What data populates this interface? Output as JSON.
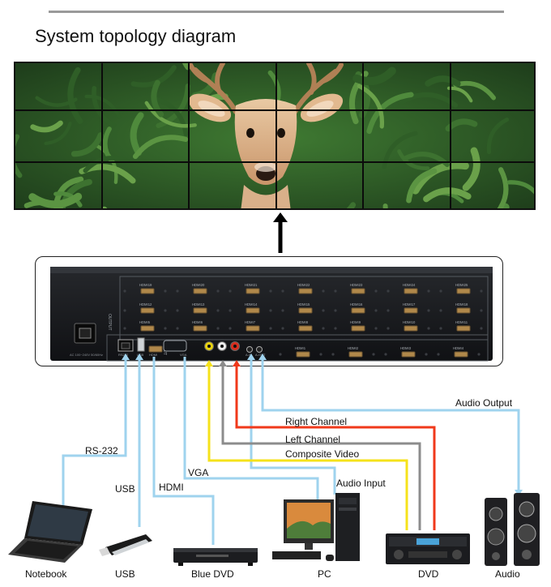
{
  "title": "System topology diagram",
  "video_wall": {
    "image": "deer-among-ferns",
    "grid_rows": 3,
    "grid_cols": 6
  },
  "matrix": {
    "hdmi_outputs_row1": [
      "HDMI19",
      "HDMI20",
      "HDMI21",
      "HDMI22",
      "HDMI23",
      "HDMI24",
      "HDMI25"
    ],
    "hdmi_outputs_row2": [
      "HDMI12",
      "HDMI13",
      "HDMI14",
      "HDMI15",
      "HDMI16",
      "HDMI17",
      "HDMI18"
    ],
    "hdmi_outputs_row3": [
      "HDMI5",
      "HDMI6",
      "HDMI7",
      "HDMI8",
      "HDMI9",
      "HDMI10",
      "HDMI11"
    ],
    "hdmi_outputs_row4": [
      "HDMI1",
      "HDMI2",
      "HDMI3",
      "HDMI4"
    ],
    "output_label": "OUTPUT",
    "input_label": "INPUT",
    "ports": {
      "rs232": "RS232",
      "usb": "USB",
      "hdmi": "HDMI",
      "vga": "VGA",
      "ain": "A-IN",
      "aout": "A-OUT"
    },
    "power_label": "AC 100~240V 50/60Hz"
  },
  "connections": {
    "rs232": "RS-232",
    "usb": "USB",
    "hdmi": "HDMI",
    "vga": "VGA",
    "audio_input": "Audio Input",
    "composite_video": "Composite Video",
    "left_channel": "Left Channel",
    "right_channel": "Right Channel",
    "audio_output": "Audio Output"
  },
  "devices": {
    "notebook": "Notebook",
    "usb": "USB",
    "blue_dvd": "Blue DVD",
    "pc": "PC",
    "dvd": "DVD",
    "audio": "Audio"
  },
  "colors": {
    "cable_blue": "#9fd3ee",
    "cable_yellow": "#f5e21b",
    "cable_gray": "#8c8c8c",
    "cable_red": "#f0391b",
    "chassis": "#17181b"
  }
}
